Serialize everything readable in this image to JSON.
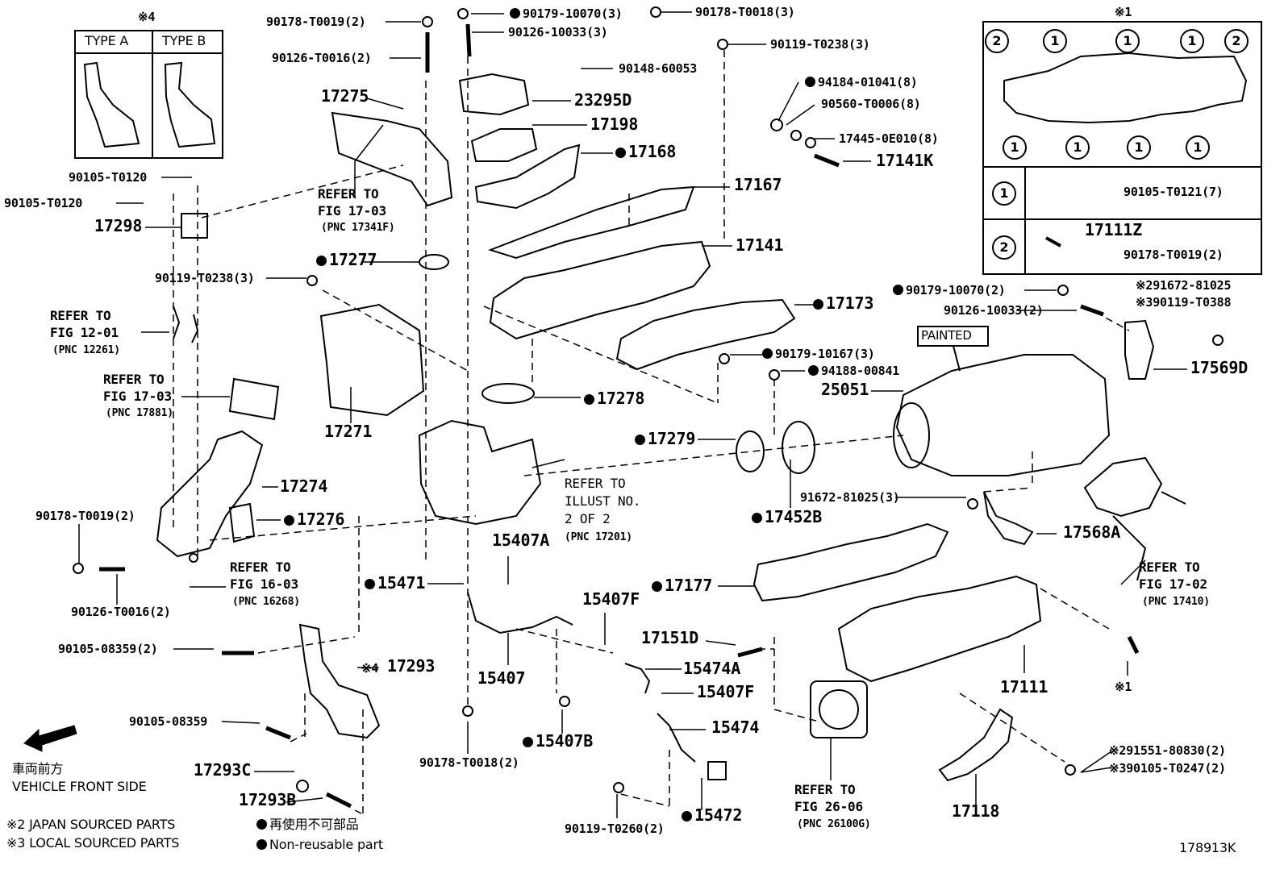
{
  "inset_type": {
    "mark": "※4",
    "type_a": "TYPE A",
    "type_b": "TYPE B"
  },
  "inset_one": {
    "mark": "※1",
    "circle_1": "1",
    "circle_2": "2",
    "row1_part": "90105-T0121(7)",
    "row2_part_a": "17111Z",
    "row2_part_b": "90178-T0019(2)"
  },
  "labels": {
    "l_90178_t0019_top": "90178-T0019(2)",
    "l_90126_t0016_top": "90126-T0016(2)",
    "l_90179_10070_top": "90179-10070(3)",
    "l_90126_10033_top": "90126-10033(3)",
    "l_90178_t0018_top": "90178-T0018(3)",
    "l_90119_t0238_top": "90119-T0238(3)",
    "l_90148_60053": "90148-60053",
    "l_23295d": "23295D",
    "l_17198": "17198",
    "l_17168": "17168",
    "l_17275": "17275",
    "l_94184_01041": "94184-01041(8)",
    "l_90560_t0006": "90560-T0006(8)",
    "l_17445_0e010": "17445-0E010(8)",
    "l_17141k": "17141K",
    "l_17167": "17167",
    "l_17141": "17141",
    "l_90105_t0120_a": "90105-T0120",
    "l_90105_t0120_b": "90105-T0120",
    "l_17298": "17298",
    "l_refer_1703_a_1": "REFER TO",
    "l_refer_1703_a_2": "FIG 17-03",
    "l_refer_1703_a_3": "(PNC 17341F)",
    "l_17277": "17277",
    "l_90119_t0238_mid": "90119-T0238(3)",
    "l_17173": "17173",
    "l_90179_10070_mid": "90179-10070(2)",
    "l_90126_10033_mid": "90126-10033(2)",
    "l_291672": "※291672-81025",
    "l_390119": "※390119-T0388",
    "l_painted": "PAINTED",
    "l_90179_10167": "90179-10167(3)",
    "l_94188_00841": "94188-00841",
    "l_17569d": "17569D",
    "l_25051": "25051",
    "l_refer_1201_1": "REFER TO",
    "l_refer_1201_2": "FIG 12-01",
    "l_refer_1201_3": "(PNC 12261)",
    "l_refer_1703_b_1": "REFER TO",
    "l_refer_1703_b_2": "FIG 17-03",
    "l_refer_1703_b_3": "(PNC 17881)",
    "l_17271": "17271",
    "l_17278": "17278",
    "l_17279": "17279",
    "l_17274": "17274",
    "l_90178_t0019_mid": "90178-T0019(2)",
    "l_17276": "17276",
    "l_refer_illust_1": "REFER TO",
    "l_refer_illust_2": "ILLUST NO.",
    "l_refer_illust_3": "2 OF 2",
    "l_refer_illust_4": "(PNC 17201)",
    "l_91672_81025": "91672-81025(3)",
    "l_17452b": "17452B",
    "l_17568a": "17568A",
    "l_15407a": "15407A",
    "l_refer_1603_1": "REFER TO",
    "l_refer_1603_2": "FIG 16-03",
    "l_refer_1603_3": "(PNC 16268)",
    "l_90126_t0016_bot": "90126-T0016(2)",
    "l_15471": "15471",
    "l_17177": "17177",
    "l_refer_1702_1": "REFER TO",
    "l_refer_1702_2": "FIG 17-02",
    "l_refer_1702_3": "(PNC 17410)",
    "l_15407f_a": "15407F",
    "l_17151d": "17151D",
    "l_15474a": "15474A",
    "l_90105_08359_2": "90105-08359(2)",
    "l_17293": "17293",
    "l_17293_mark": "※4",
    "l_15407": "15407",
    "l_15407f_b": "15407F",
    "l_17111": "17111",
    "l_mark1_bot": "※1",
    "l_90105_08359": "90105-08359",
    "l_15474": "15474",
    "l_15407b": "15407B",
    "l_90178_t0018_bot": "90178-T0018(2)",
    "l_17293c": "17293C",
    "l_291551": "※291551-80830(2)",
    "l_390105": "※390105-T0247(2)",
    "l_refer_2606_1": "REFER TO",
    "l_refer_2606_2": "FIG 26-06",
    "l_refer_2606_3": "(PNC 26100G)",
    "l_17293b": "17293B",
    "l_15472": "15472",
    "l_90119_t0260": "90119-T0260(2)",
    "l_17118": "17118",
    "l_vehicle_jp": "車両前方",
    "l_vehicle_en": "VEHICLE FRONT SIDE",
    "l_note_japan": "※2 JAPAN SOURCED PARTS",
    "l_note_local": "※3 LOCAL SOURCED PARTS",
    "l_nonreuse_jp": "再使用不可部品",
    "l_nonreuse_en": "Non-reusable part",
    "l_figure_code": "178913K"
  },
  "icons": [
    "non-reusable-dot-icon",
    "front-arrow-icon"
  ]
}
